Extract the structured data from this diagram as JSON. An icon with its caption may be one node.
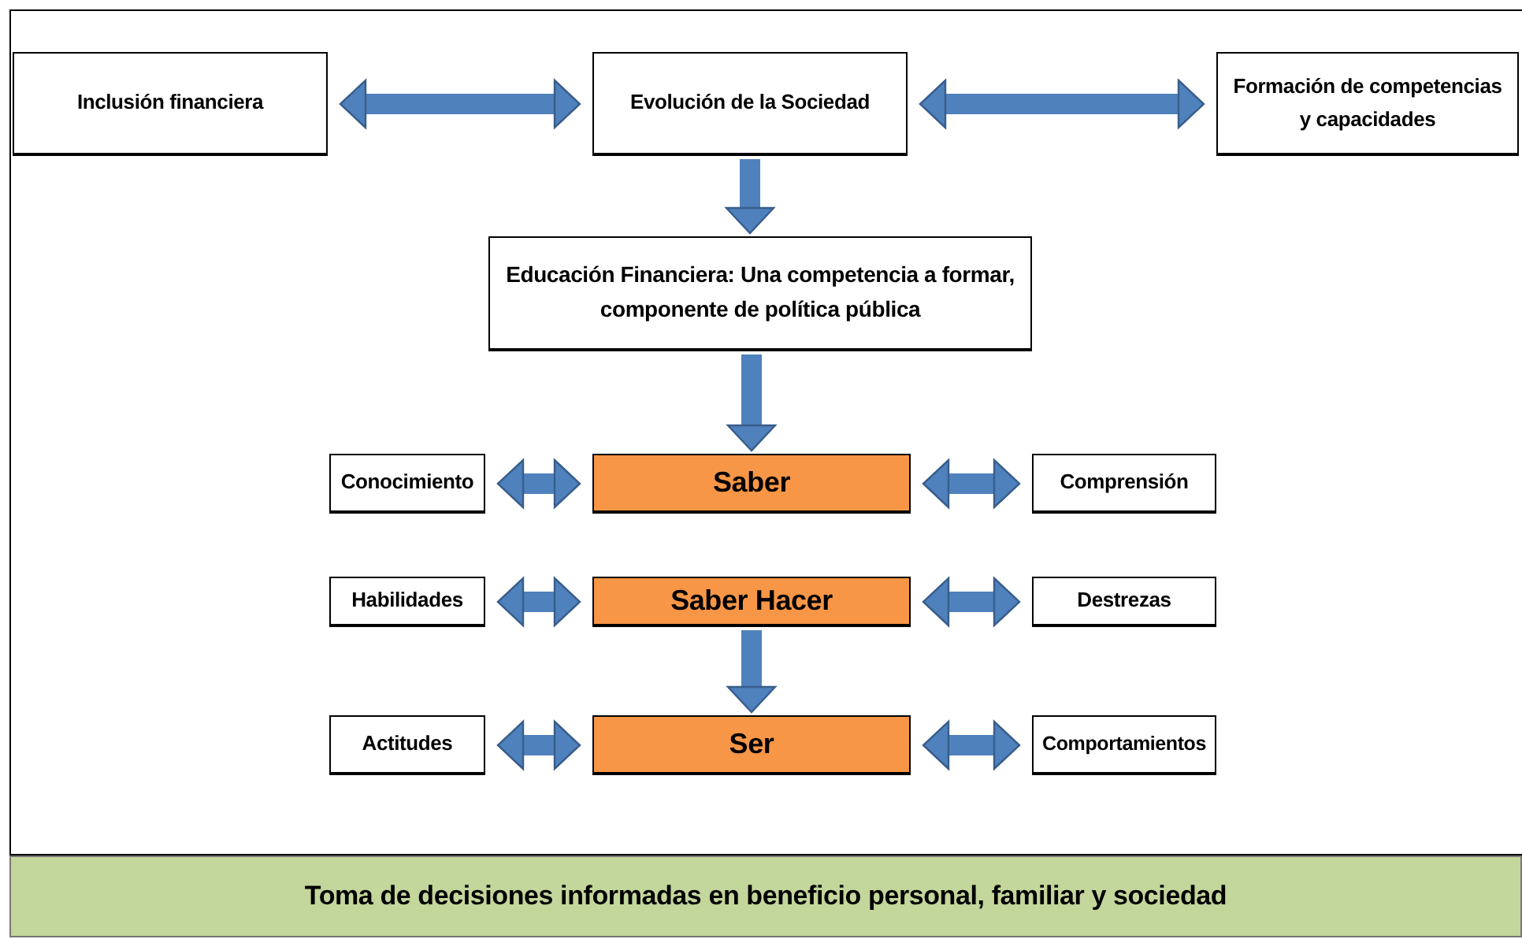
{
  "diagram": {
    "nodes": [
      {
        "text": [
          "Inclusión financiera"
        ]
      },
      {
        "text": [
          "Evolución de la Sociedad"
        ]
      },
      {
        "text": [
          "Formación de competencias y capacidades"
        ]
      },
      {
        "text": [
          "Educación Financiera: Una competencia a formar, componente de política pública"
        ]
      },
      {
        "text": [
          "Conocimiento"
        ]
      },
      {
        "text": [
          "Saber"
        ]
      },
      {
        "text": [
          "Comprensión"
        ]
      },
      {
        "text": [
          "Habilidades"
        ]
      },
      {
        "text": [
          "Saber Hacer"
        ]
      },
      {
        "text": [
          "Destrezas"
        ]
      },
      {
        "text": [
          "Actitudes"
        ]
      },
      {
        "text": [
          "Ser"
        ]
      },
      {
        "text": [
          "Comportamientos"
        ]
      },
      {
        "text": [
          "Toma de decisiones informadas en beneficio personal,  familiar y sociedad"
        ]
      }
    ],
    "edges": [
      {
        "from": 0,
        "to": 1,
        "arrow": "both"
      },
      {
        "from": 1,
        "to": 2,
        "arrow": "both"
      },
      {
        "from": 1,
        "to": 3,
        "arrow": "to"
      },
      {
        "from": 3,
        "to": 5,
        "arrow": "to"
      },
      {
        "from": 4,
        "to": 5,
        "arrow": "both"
      },
      {
        "from": 5,
        "to": 6,
        "arrow": "both"
      },
      {
        "from": 7,
        "to": 8,
        "arrow": "both"
      },
      {
        "from": 8,
        "to": 9,
        "arrow": "both"
      },
      {
        "from": 8,
        "to": 11,
        "arrow": "to"
      },
      {
        "from": 10,
        "to": 11,
        "arrow": "both"
      },
      {
        "from": 11,
        "to": 12,
        "arrow": "both"
      }
    ]
  }
}
